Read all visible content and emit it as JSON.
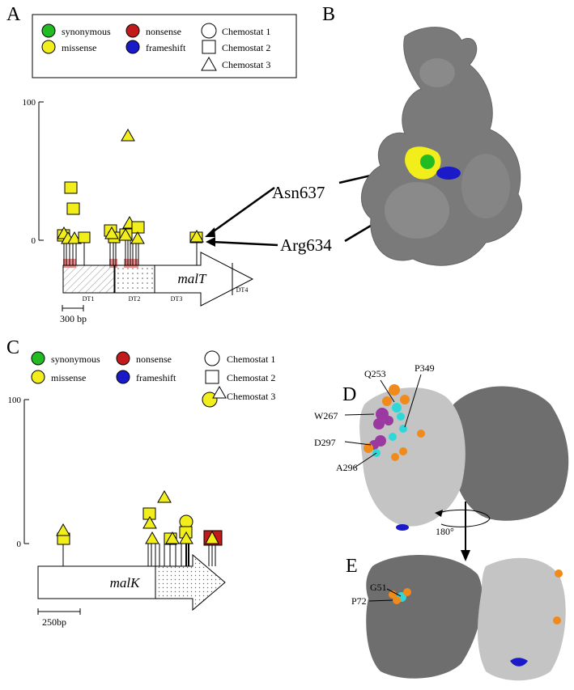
{
  "panel_labels": {
    "a": "A",
    "b": "B",
    "c": "C",
    "d": "D",
    "e": "E"
  },
  "legend_top": {
    "synonymous": "synonymous",
    "missense": "missense",
    "nonsense": "nonsense",
    "frameshift": "frameshift",
    "chemostat1": "Chemostat 1",
    "chemostat2": "Chemostat 2",
    "chemostat3": "Chemostat 3"
  },
  "legend_bottom": {
    "synonymous": "synonymous",
    "missense": "missense",
    "nonsense": "nonsense",
    "frameshift": "frameshift",
    "chemostat1": "Chemostat 1",
    "chemostat2": "Chemostat 2",
    "chemostat3": "Chemostat 3"
  },
  "colors": {
    "synonymous": "#22bb22",
    "missense": "#f2ee1c",
    "nonsense": "#c21a1a",
    "frameshift": "#1a1ac8",
    "protein_dark": "#777777",
    "protein_light": "#c4c4c4",
    "hotspot": "#f08a8a",
    "cyan": "#2fd8d8",
    "orange": "#f08a1a",
    "purple": "#9a3aa0"
  },
  "panel_a": {
    "y_max": "100",
    "y_zero": "0",
    "gene": "malT",
    "domains": [
      "DT1",
      "DT2",
      "DT3",
      "DT4"
    ],
    "scale": "300 bp",
    "annotations": [
      "Asn637",
      "Arg634"
    ]
  },
  "panel_c": {
    "y_max": "100",
    "y_zero": "0",
    "gene": "malK",
    "scale": "250bp"
  },
  "panel_d": {
    "residues": [
      "Q253",
      "P349",
      "W267",
      "D297",
      "A296"
    ],
    "rotation": "180°"
  },
  "panel_e": {
    "residues": [
      "G51",
      "P72"
    ]
  }
}
